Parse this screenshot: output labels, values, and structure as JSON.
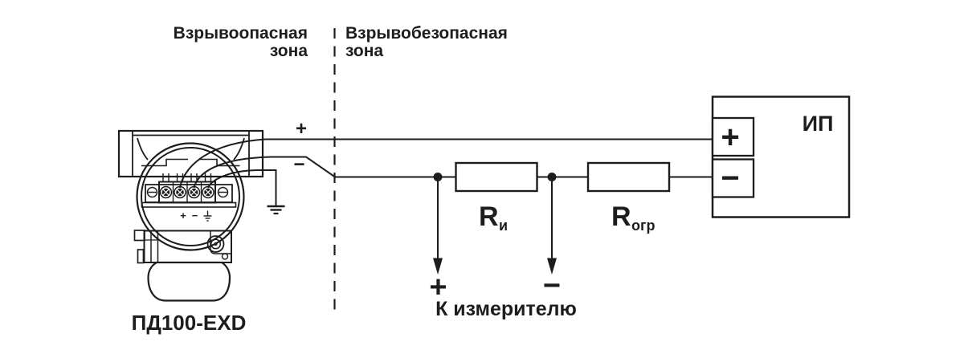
{
  "zones": {
    "hazardous": [
      "Взрывоопасная",
      "зона"
    ],
    "safe": [
      "Взрывобезопасная",
      "зона"
    ]
  },
  "device": {
    "name": "ПД100-EXD",
    "terminals": {
      "plus": "+",
      "minus": "−",
      "ground_icon": "earth-ground-icon"
    }
  },
  "wires": {
    "plus": "+",
    "minus": "−"
  },
  "resistors": {
    "measuring": {
      "symbol": "R",
      "subscript": "и"
    },
    "limiting": {
      "symbol": "R",
      "subscript": "огр"
    }
  },
  "meter_tap": {
    "plus": "+",
    "minus": "−",
    "caption": "К измерителю"
  },
  "power_supply": {
    "name": "ИП",
    "terminal_plus": "+",
    "terminal_minus": "−"
  },
  "icons": {
    "ground_main": "earth-ground-icon",
    "ground_terminal": "earth-ground-icon"
  },
  "colors": {
    "line": "#1d1d1b",
    "background": "#ffffff"
  }
}
